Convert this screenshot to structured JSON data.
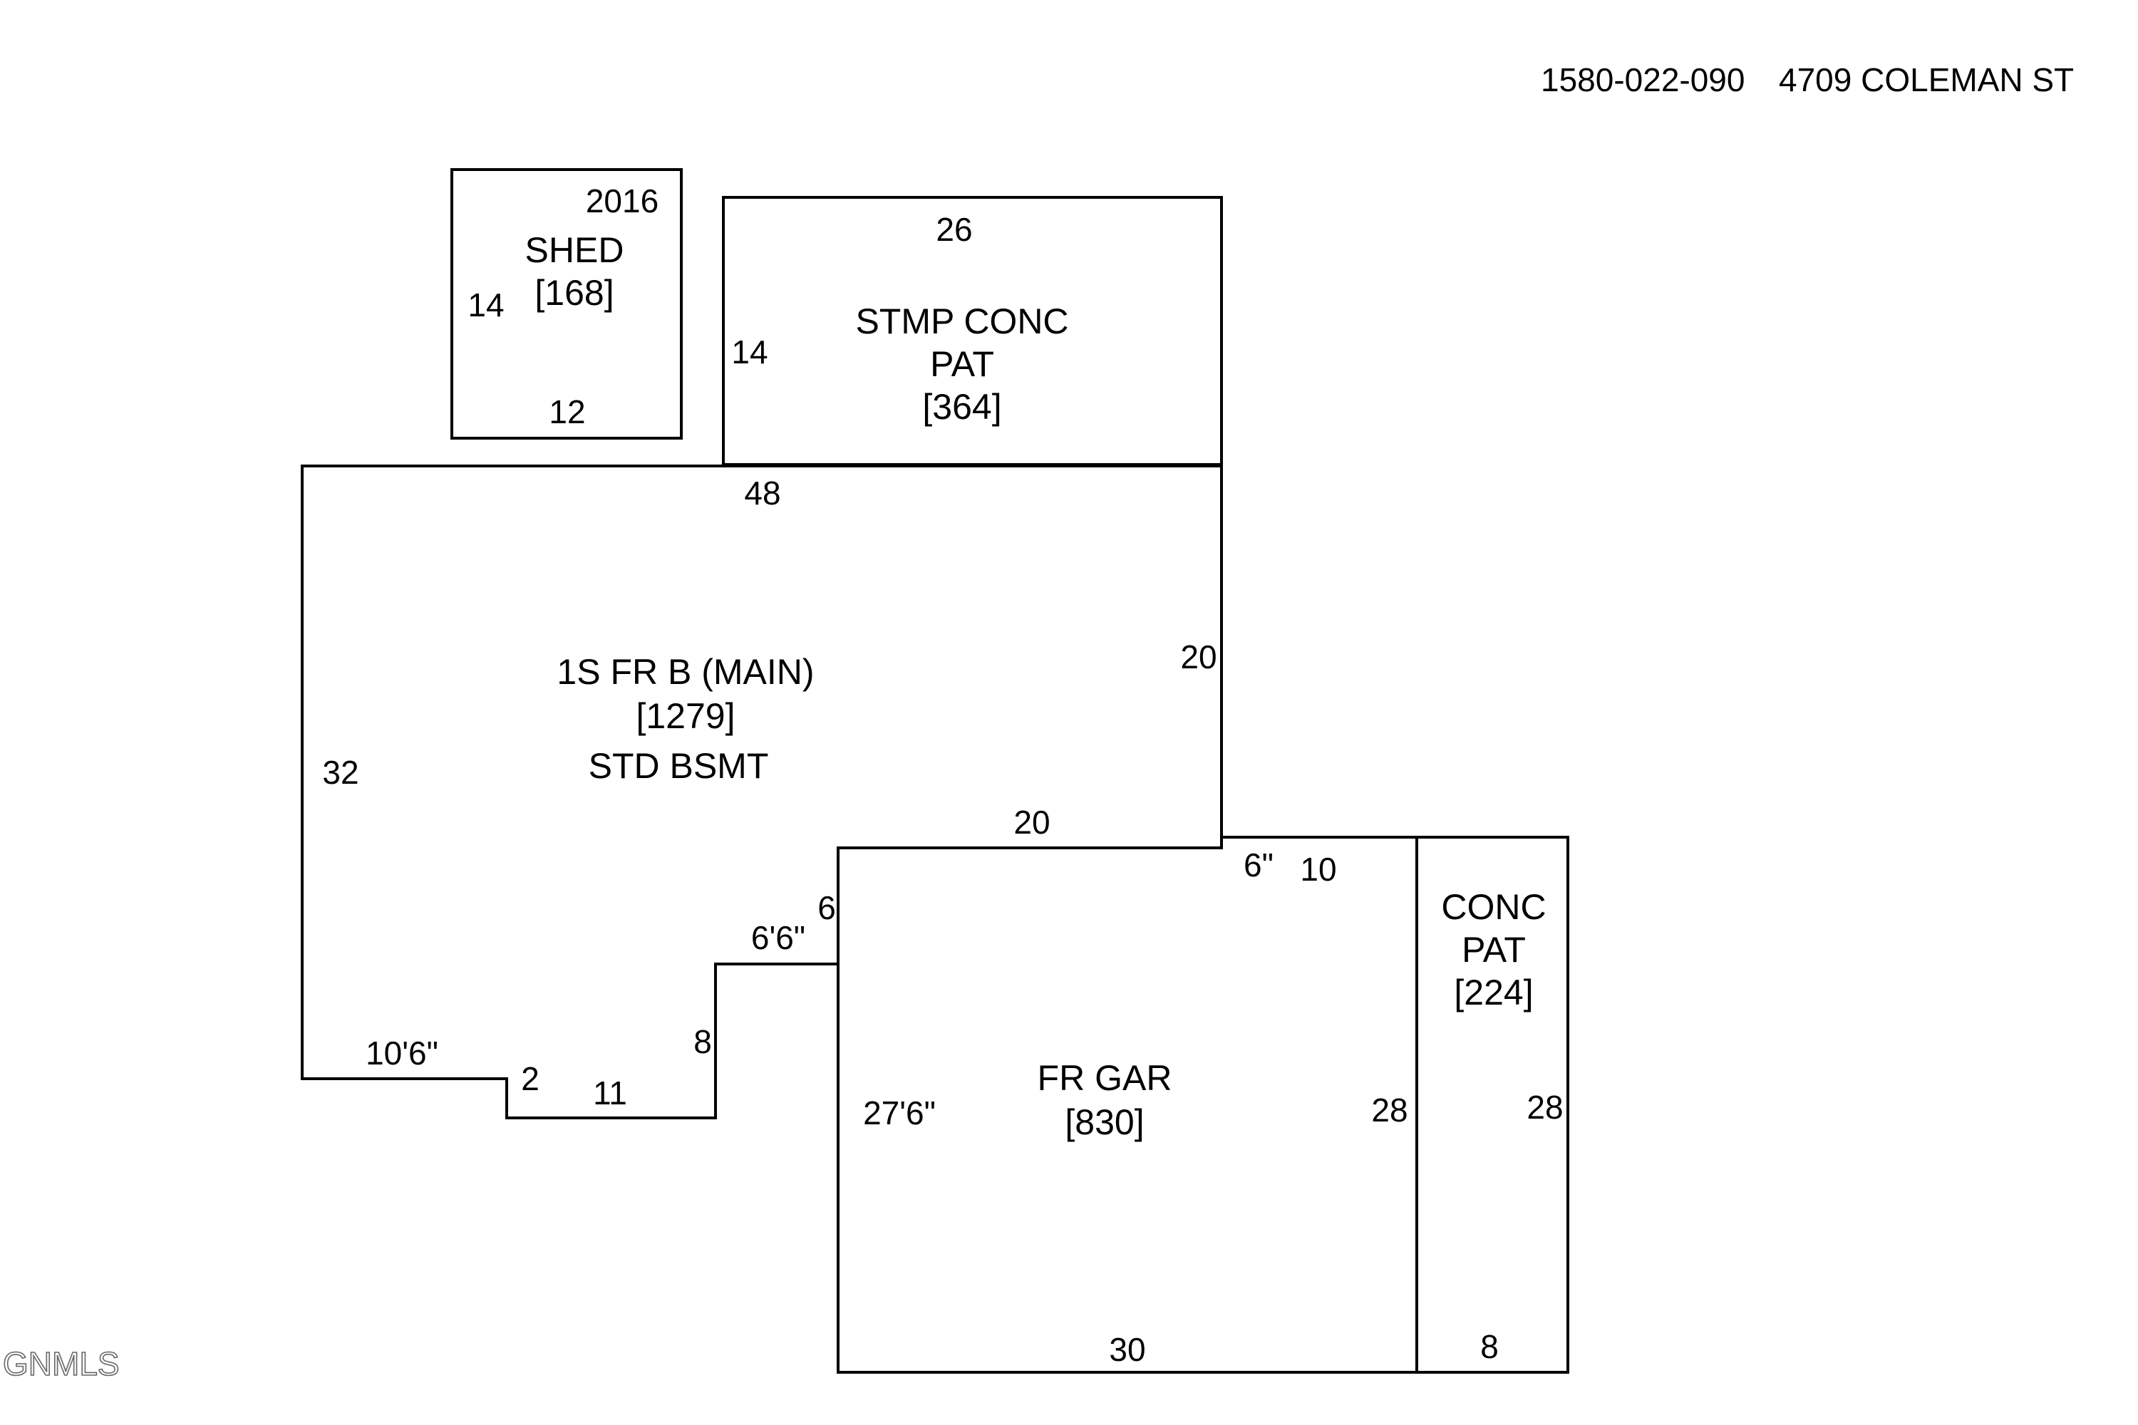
{
  "header": {
    "parcel_id": "1580-022-090",
    "address": "4709 COLEMAN ST"
  },
  "watermark": "GNMLS",
  "areas": {
    "shed": {
      "year": "2016",
      "name": "SHED",
      "size": "[168]",
      "dims": {
        "left": "14",
        "bottom": "12"
      }
    },
    "patio_top": {
      "line1": "STMP CONC",
      "line2": "PAT",
      "size": "[364]",
      "dims": {
        "top": "26",
        "left": "14"
      }
    },
    "main": {
      "line1": "1S FR B (MAIN)",
      "size": "[1279]",
      "line3": "STD BSMT",
      "dims": {
        "top": "48",
        "right": "20",
        "left": "32",
        "lower_top": "20",
        "step_six": "6",
        "step_six_six": "6'6\"",
        "step_eight": "8",
        "bottom_eleven": "11",
        "notch_two": "2",
        "bottom_left": "10'6\""
      }
    },
    "garage": {
      "name": "FR GAR",
      "size": "[830]",
      "dims": {
        "offset": "6\"",
        "top": "10",
        "left": "27'6\"",
        "right": "28",
        "bottom": "30"
      }
    },
    "patio_side": {
      "line1": "CONC",
      "line2": "PAT",
      "size": "[224]",
      "dims": {
        "right": "28",
        "bottom": "8"
      }
    }
  }
}
